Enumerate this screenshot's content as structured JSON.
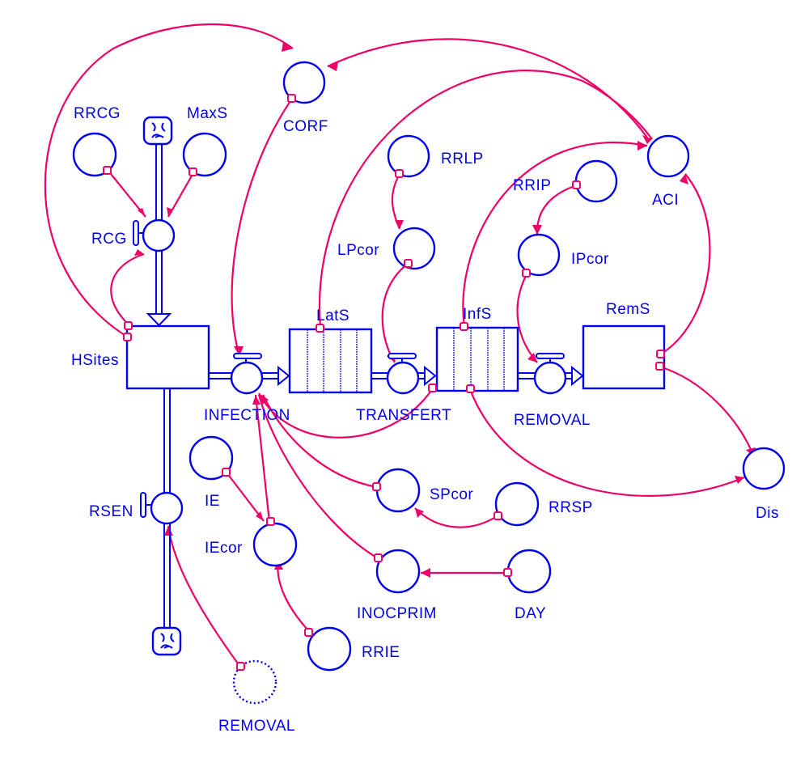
{
  "diagram": {
    "type": "stock-and-flow",
    "colors": {
      "element": "#0000ee",
      "link": "#ee0066",
      "background": "#ffffff"
    },
    "stocks": [
      {
        "id": "hsites",
        "label": "HSites",
        "kind": "reservoir"
      },
      {
        "id": "lats",
        "label": "LatS",
        "kind": "conveyor"
      },
      {
        "id": "infs",
        "label": "InfS",
        "kind": "conveyor"
      },
      {
        "id": "rems",
        "label": "RemS",
        "kind": "reservoir"
      }
    ],
    "flows": [
      {
        "id": "rcg",
        "label": "RCG",
        "from": "source-cloud",
        "to": "hsites"
      },
      {
        "id": "rsen",
        "label": "RSEN",
        "from": "hsites",
        "to": "sink-cloud"
      },
      {
        "id": "infection",
        "label": "INFECTION",
        "from": "hsites",
        "to": "lats"
      },
      {
        "id": "transfert",
        "label": "TRANSFERT",
        "from": "lats",
        "to": "infs"
      },
      {
        "id": "removal",
        "label": "REMOVAL",
        "from": "infs",
        "to": "rems"
      }
    ],
    "converters": [
      {
        "id": "rrcg",
        "label": "RRCG"
      },
      {
        "id": "maxs",
        "label": "MaxS"
      },
      {
        "id": "corf",
        "label": "CORF"
      },
      {
        "id": "rrlp",
        "label": "RRLP"
      },
      {
        "id": "lpcor",
        "label": "LPcor"
      },
      {
        "id": "rrip",
        "label": "RRIP"
      },
      {
        "id": "ipcor",
        "label": "IPcor"
      },
      {
        "id": "aci",
        "label": "ACI"
      },
      {
        "id": "dis",
        "label": "Dis"
      },
      {
        "id": "ie",
        "label": "IE"
      },
      {
        "id": "iecor",
        "label": "IEcor"
      },
      {
        "id": "spcor",
        "label": "SPcor"
      },
      {
        "id": "rrsp",
        "label": "RRSP"
      },
      {
        "id": "inocprim",
        "label": "INOCPRIM"
      },
      {
        "id": "day",
        "label": "DAY"
      },
      {
        "id": "rrie",
        "label": "RRIE"
      },
      {
        "id": "removal_ghost",
        "label": "REMOVAL",
        "ghost": true
      }
    ],
    "connectors": [
      {
        "from": "rrcg",
        "to": "rcg"
      },
      {
        "from": "maxs",
        "to": "rcg"
      },
      {
        "from": "hsites",
        "to": "rcg"
      },
      {
        "from": "hsites",
        "to": "corf"
      },
      {
        "from": "aci",
        "to": "corf"
      },
      {
        "from": "corf",
        "to": "infection"
      },
      {
        "from": "lats",
        "to": "aci"
      },
      {
        "from": "infs",
        "to": "aci"
      },
      {
        "from": "rems",
        "to": "aci"
      },
      {
        "from": "rrlp",
        "to": "lpcor"
      },
      {
        "from": "lpcor",
        "to": "transfert"
      },
      {
        "from": "rrip",
        "to": "ipcor"
      },
      {
        "from": "ipcor",
        "to": "removal"
      },
      {
        "from": "rems",
        "to": "dis"
      },
      {
        "from": "infs",
        "to": "dis"
      },
      {
        "from": "infs",
        "to": "infection"
      },
      {
        "from": "spcor",
        "to": "infection"
      },
      {
        "from": "iecor",
        "to": "infection"
      },
      {
        "from": "inocprim",
        "to": "infection"
      },
      {
        "from": "ie",
        "to": "iecor"
      },
      {
        "from": "rrie",
        "to": "iecor"
      },
      {
        "from": "rrsp",
        "to": "spcor"
      },
      {
        "from": "day",
        "to": "inocprim"
      },
      {
        "from": "removal_ghost",
        "to": "rsen"
      }
    ]
  }
}
